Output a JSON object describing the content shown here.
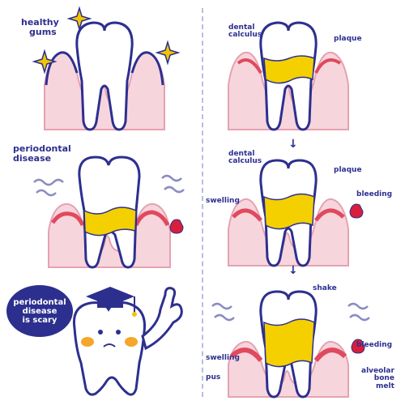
{
  "colors": {
    "outline": "#2d2f8f",
    "gum": "#f7d5dc",
    "gum_edge": "#e5a2b2",
    "inflamed": "#e0495e",
    "calculus": "#f4d000",
    "tooth": "#ffffff",
    "blood": "#d81e3a",
    "sparkle": "#f2c500",
    "cheek": "#f6a62a",
    "divider": "#b9bde0"
  },
  "panels": {
    "healthy": {
      "title_line1": "healthy",
      "title_line2": "gums"
    },
    "periodontal": {
      "title_line1": "periodontal",
      "title_line2": "disease"
    },
    "stage1": {
      "calculus_line1": "dental",
      "calculus_line2": "calculus",
      "plaque": "plaque"
    },
    "stage2": {
      "calculus_line1": "dental",
      "calculus_line2": "calculus",
      "plaque": "plaque",
      "swelling": "swelling",
      "bleeding": "bleeding"
    },
    "stage3": {
      "shake": "shake",
      "swelling": "swelling",
      "bleeding": "bleeding",
      "pus": "pus",
      "bone_line1": "alveolar",
      "bone_line2": "bone",
      "bone_line3": "melt"
    }
  },
  "mascot": {
    "bubble_line1": "periodontal",
    "bubble_line2": "disease",
    "bubble_line3": "is scary"
  },
  "icons": [
    "sparkle-icon",
    "swirl-icon",
    "blood-drop-icon",
    "arrow-down-icon",
    "graduation-cap-icon"
  ]
}
